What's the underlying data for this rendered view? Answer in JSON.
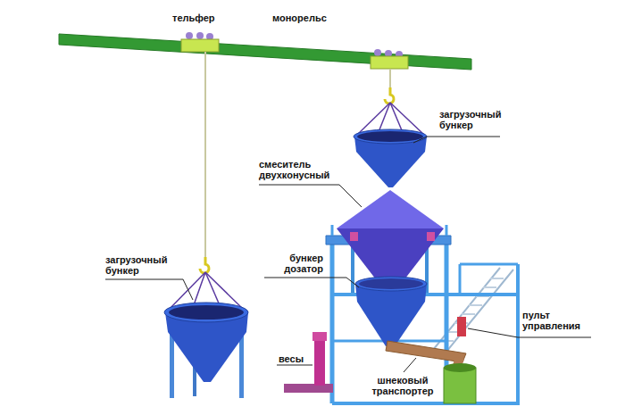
{
  "diagram": {
    "labels": [
      "тельфер",
      "монорельс",
      "загрузочный бункер",
      "смеситель двухконусный",
      "загрузочный бункер",
      "бункер дозатор",
      "пульт управления",
      "весы",
      "шнековый транспортер"
    ]
  }
}
